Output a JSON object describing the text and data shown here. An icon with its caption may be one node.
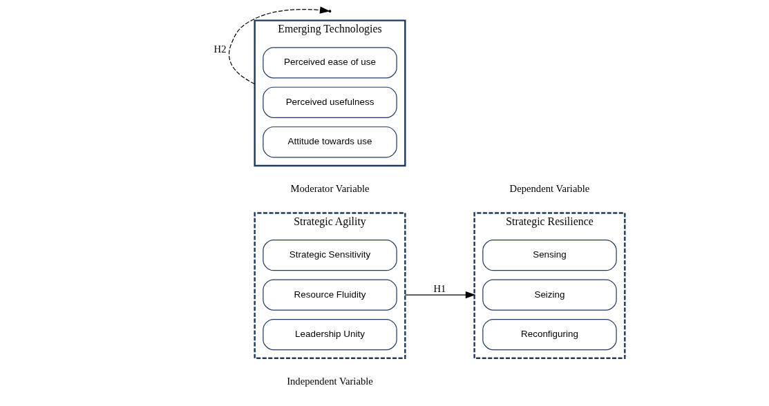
{
  "diagram": {
    "nodes": [
      {
        "text": [
          "Strategic Agility"
        ],
        "beside": [
          "Independent Variable"
        ]
      },
      {
        "text": [
          "Strategic Sensitivity"
        ],
        "in": 0
      },
      {
        "text": [
          "Resource Fluidity"
        ],
        "in": 0
      },
      {
        "text": [
          "Leadership Unity"
        ],
        "in": 0
      },
      {
        "text": [
          "Strategic Resilience"
        ],
        "beside": [
          "Dependent Variable"
        ]
      },
      {
        "text": [
          "Sensing"
        ],
        "in": 4
      },
      {
        "text": [
          "Seizing"
        ],
        "in": 4
      },
      {
        "text": [
          "Reconfiguring"
        ],
        "in": 4
      },
      {
        "text": [
          "Emerging Technologies"
        ],
        "beside": [
          "Moderator Variable"
        ]
      },
      {
        "text": [
          "Perceived ease of use"
        ],
        "in": 8
      },
      {
        "text": [
          "Perceived usefulness"
        ],
        "in": 8
      },
      {
        "text": [
          "Attitude towards use"
        ],
        "in": 8
      }
    ],
    "edges": [
      {
        "from": 0,
        "to": 4,
        "arrow": "to",
        "label": "H1"
      },
      {
        "from": 8,
        "to": null,
        "arrow": "to",
        "label": "H2",
        "style": "dashed"
      }
    ]
  }
}
